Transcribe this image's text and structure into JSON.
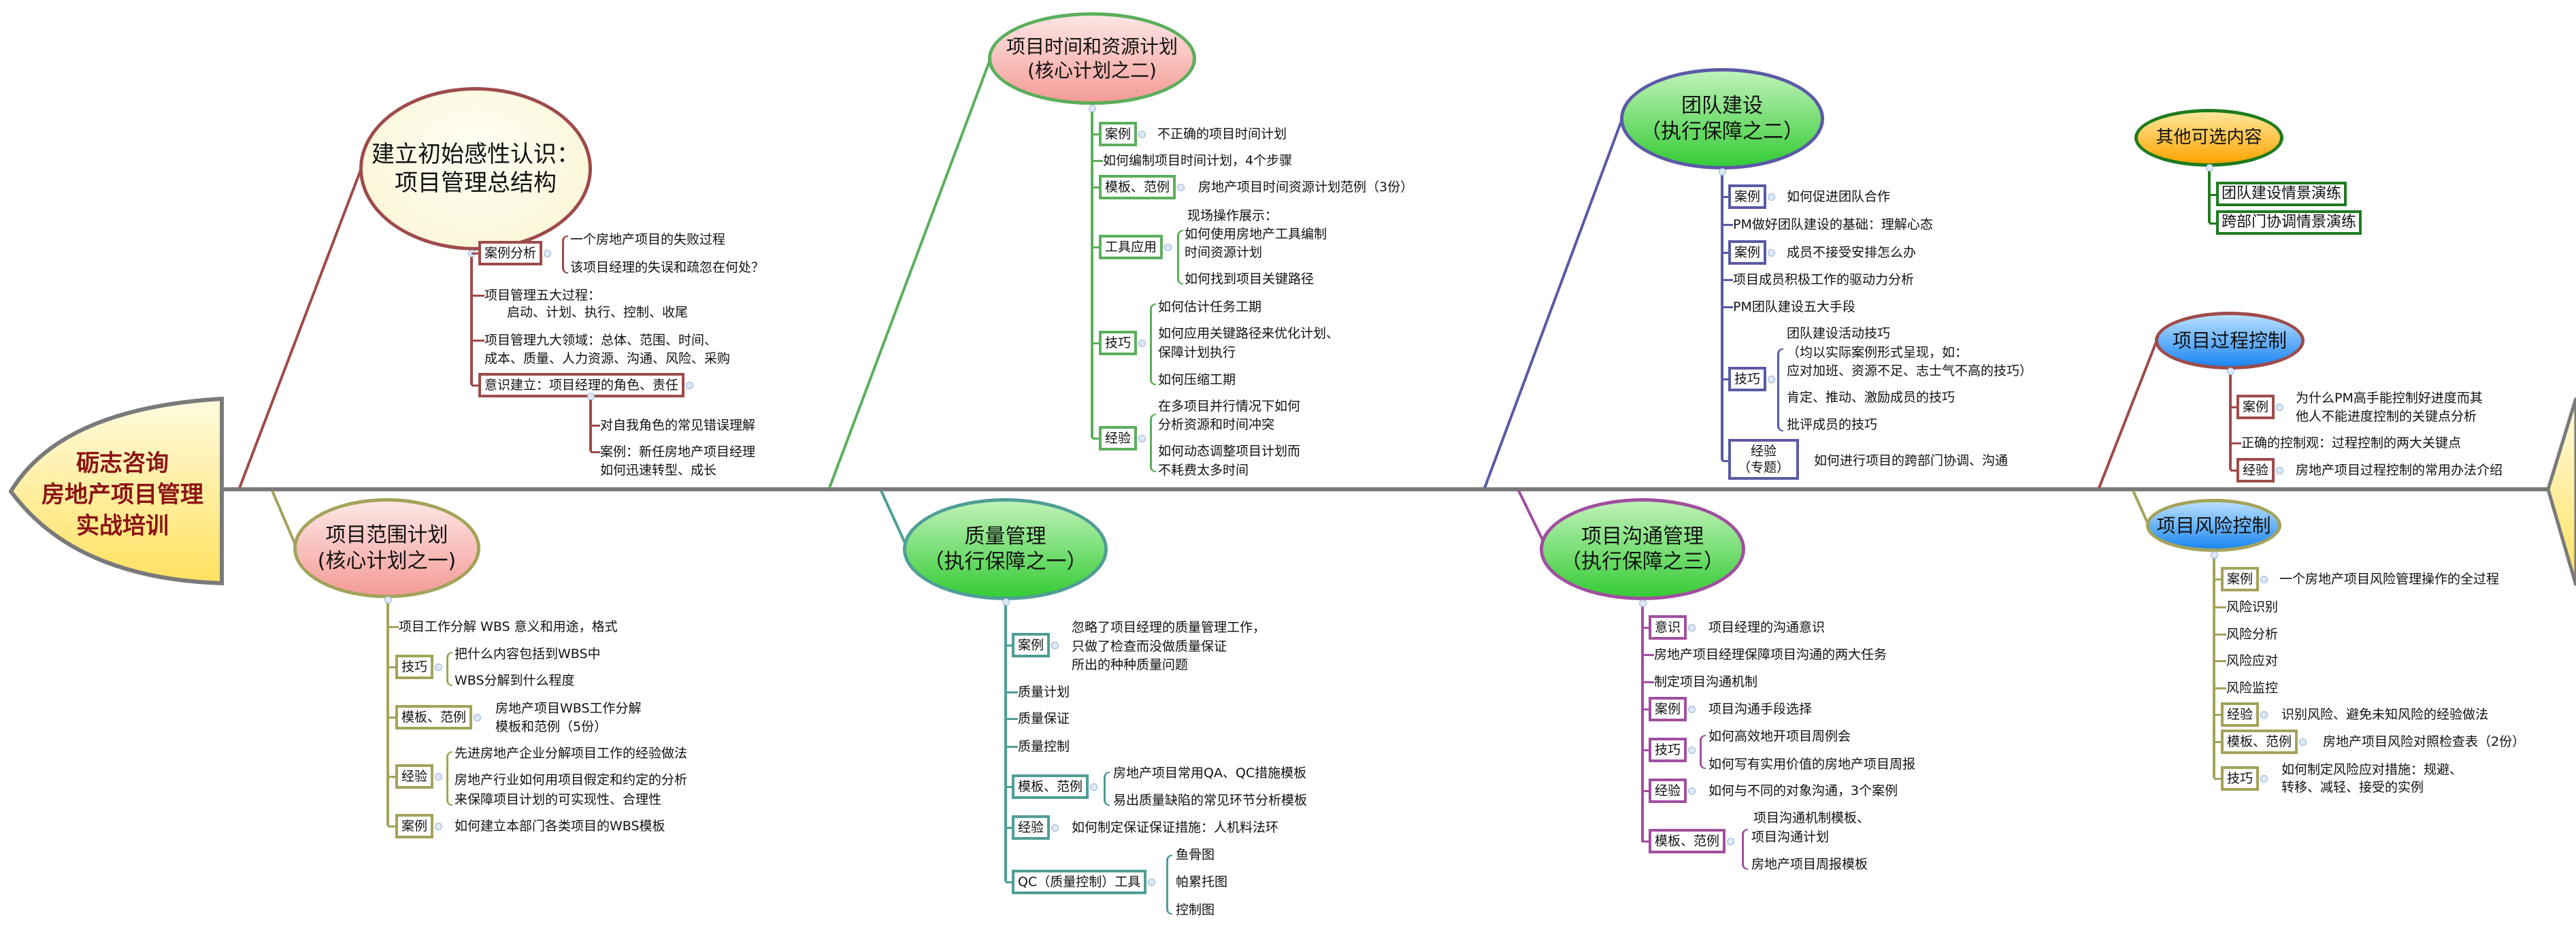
{
  "center": {
    "lines": [
      "砺志咨询",
      "房地产项目管理",
      "实战培训"
    ]
  },
  "colors": {
    "spine": "#7a7a7a",
    "head_fill": "#ffe56e",
    "head_text": "#8b1414",
    "dark_red": "#9e4b4b",
    "olive": "#a3a35a",
    "green_line": "#5cae5c",
    "teal": "#4f9e96",
    "indigo": "#5a5aa6",
    "purple": "#a04f9f",
    "dark_green": "#1e7b1e"
  },
  "branches": [
    {
      "title": [
        "建立初始感性认识：",
        "项目管理总结构"
      ],
      "items": [
        {
          "label": "案例分析",
          "children": [
            "一个房地产项目的失败过程",
            "该项目经理的失误和疏忽在何处？"
          ]
        },
        {
          "text": [
            "项目管理五大过程：",
            "启动、计划、执行、控制、收尾"
          ]
        },
        {
          "text": [
            "项目管理九大领域：总体、范围、时间、",
            "成本、质量、人力资源、沟通、风险、采购"
          ]
        },
        {
          "label": "意识建立：项目经理的角色、责任",
          "children": [
            "对自我角色的常见错误理解",
            "案例：新任房地产项目经理",
            "如何迅速转型、成长"
          ]
        }
      ]
    },
    {
      "title": [
        "项目范围计划",
        "(核心计划之一)"
      ],
      "items": [
        {
          "text": "项目工作分解 WBS  意义和用途，格式"
        },
        {
          "label": "技巧",
          "children": [
            "把什么内容包括到WBS中",
            "WBS分解到什么程度"
          ]
        },
        {
          "label": "模板、范例",
          "children": [
            "房地产项目WBS工作分解",
            "模板和范例（5份）"
          ]
        },
        {
          "label": "经验",
          "children": [
            "先进房地产企业分解项目工作的经验做法",
            "房地产行业如何用项目假定和约定的分析",
            "来保障项目计划的可实现性、合理性"
          ]
        },
        {
          "label": "案例",
          "children": [
            "如何建立本部门各类项目的WBS模板"
          ]
        }
      ]
    },
    {
      "title": [
        "项目时间和资源计划",
        "(核心计划之二)"
      ],
      "items": [
        {
          "label": "案例",
          "children": [
            "不正确的项目时间计划"
          ]
        },
        {
          "text": "如何编制项目时间计划，4个步骤"
        },
        {
          "label": "模板、范例",
          "children": [
            "房地产项目时间资源计划范例（3份）"
          ]
        },
        {
          "label": "工具应用",
          "children": [
            "现场操作展示：",
            "如何使用房地产工具编制",
            "时间资源计划",
            "如何找到项目关键路径"
          ]
        },
        {
          "label": "技巧",
          "children": [
            "如何估计任务工期",
            "如何应用关键路径来优化计划、",
            "保障计划执行",
            "如何压缩工期"
          ]
        },
        {
          "label": "经验",
          "children": [
            "在多项目并行情况下如何",
            "分析资源和时间冲突",
            "如何动态调整项目计划而",
            "不耗费太多时间"
          ]
        }
      ]
    },
    {
      "title": [
        "质量管理",
        "（执行保障之一）"
      ],
      "items": [
        {
          "label": "案例",
          "children": [
            "忽略了项目经理的质量管理工作，",
            "只做了检查而没做质量保证",
            "所出的种种质量问题"
          ]
        },
        {
          "text": "质量计划"
        },
        {
          "text": "质量保证"
        },
        {
          "text": "质量控制"
        },
        {
          "label": "模板、范例",
          "children": [
            "房地产项目常用QA、QC措施模板",
            "易出质量缺陷的常见环节分析模板"
          ]
        },
        {
          "label": "经验",
          "children": [
            "如何制定保证保证措施：人机料法环"
          ]
        },
        {
          "label": "QC（质量控制）工具",
          "children": [
            "鱼骨图",
            "帕累托图",
            "控制图"
          ]
        }
      ]
    },
    {
      "title": [
        "团队建设",
        "（执行保障之二）"
      ],
      "items": [
        {
          "label": "案例",
          "children": [
            "如何促进团队合作"
          ]
        },
        {
          "text": "PM做好团队建设的基础：理解心态"
        },
        {
          "label": "案例",
          "children": [
            "成员不接受安排怎么办"
          ]
        },
        {
          "text": "项目成员积极工作的驱动力分析"
        },
        {
          "text": "PM团队建设五大手段"
        },
        {
          "label": "技巧",
          "children": [
            "团队建设活动技巧",
            "（均以实际案例形式呈现，如：",
            "应对加班、资源不足、志士气不高的技巧）",
            "肯定、推动、激励成员的技巧",
            "批评成员的技巧"
          ]
        },
        {
          "label": [
            "经验",
            "（专题）"
          ],
          "children": [
            "如何进行项目的跨部门协调、沟通"
          ]
        }
      ]
    },
    {
      "title": [
        "项目沟通管理",
        "（执行保障之三）"
      ],
      "items": [
        {
          "label": "意识",
          "children": [
            "项目经理的沟通意识"
          ]
        },
        {
          "text": "房地产项目经理保障项目沟通的两大任务"
        },
        {
          "text": "制定项目沟通机制"
        },
        {
          "label": "案例",
          "children": [
            "项目沟通手段选择"
          ]
        },
        {
          "label": "技巧",
          "children": [
            "如何高效地开项目周例会",
            "如何写有实用价值的房地产项目周报"
          ]
        },
        {
          "label": "经验",
          "children": [
            "如何与不同的对象沟通，3个案例"
          ]
        },
        {
          "label": "模板、范例",
          "children": [
            "项目沟通机制模板、",
            "项目沟通计划",
            "房地产项目周报模板"
          ]
        }
      ]
    },
    {
      "title": [
        "其他可选内容"
      ],
      "items": [
        {
          "label": "团队建设情景演练"
        },
        {
          "label": "跨部门协调情景演练"
        }
      ]
    },
    {
      "title": [
        "项目过程控制"
      ],
      "items": [
        {
          "label": "案例",
          "children": [
            "为什么PM高手能控制好进度而其",
            "他人不能进度控制的关键点分析"
          ]
        },
        {
          "text": "正确的控制观：过程控制的两大关键点"
        },
        {
          "label": "经验",
          "children": [
            "房地产项目过程控制的常用办法介绍"
          ]
        }
      ]
    },
    {
      "title": [
        "项目风险控制"
      ],
      "items": [
        {
          "label": "案例",
          "children": [
            "一个房地产项目风险管理操作的全过程"
          ]
        },
        {
          "text": "风险识别"
        },
        {
          "text": "风险分析"
        },
        {
          "text": "风险应对"
        },
        {
          "text": "风险监控"
        },
        {
          "label": "经验",
          "children": [
            "识别风险、避免未知风险的经验做法"
          ]
        },
        {
          "label": "模板、范例",
          "children": [
            "房地产项目风险对照检查表（2份）"
          ]
        },
        {
          "label": "技巧",
          "children": [
            "如何制定风险应对措施：规避、",
            "转移、减轻、接受的实例"
          ]
        }
      ]
    }
  ]
}
